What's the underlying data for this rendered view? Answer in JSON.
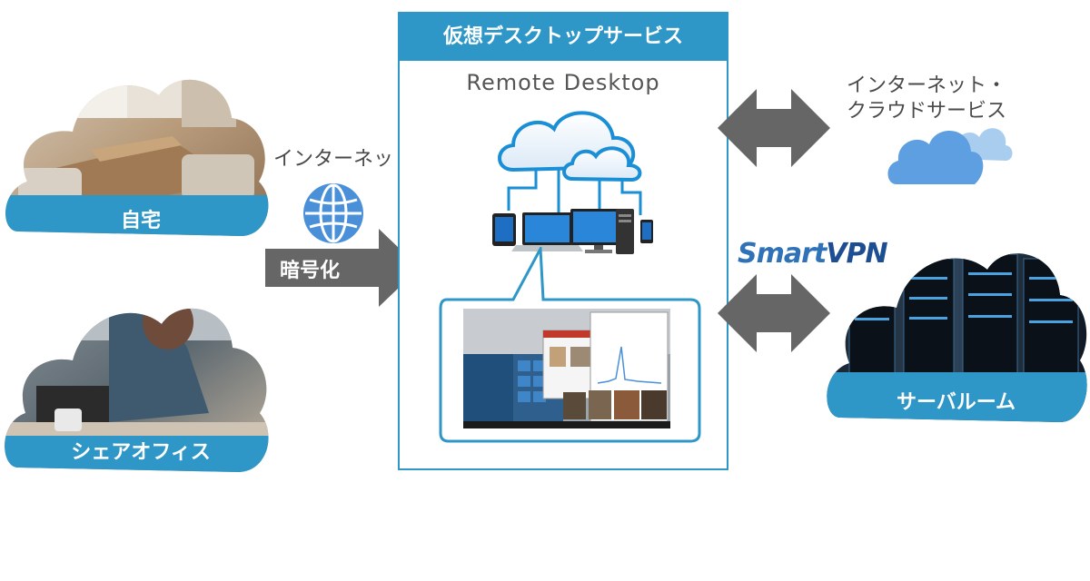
{
  "service": {
    "title": "仮想デスクトップサービス",
    "product": "Remote Desktop"
  },
  "locations": {
    "home": "自宅",
    "share_office": "シェアオフィス",
    "server_room": "サーバルーム"
  },
  "network": {
    "internet": "インターネット",
    "encryption": "暗号化"
  },
  "cloud_services": {
    "line1": "インターネット・",
    "line2": "クラウドサービス"
  },
  "vpn": {
    "brand_smart": "Smart",
    "brand_vpn": "VPN"
  },
  "colors": {
    "accent_blue": "#2e97c7",
    "arrow_gray": "#666666",
    "globe_blue": "#4a90d9"
  },
  "icons": {
    "globe": "globe-icon",
    "cloud_devices": "cloud-devices-icon",
    "cloud": "cloud-icon"
  }
}
